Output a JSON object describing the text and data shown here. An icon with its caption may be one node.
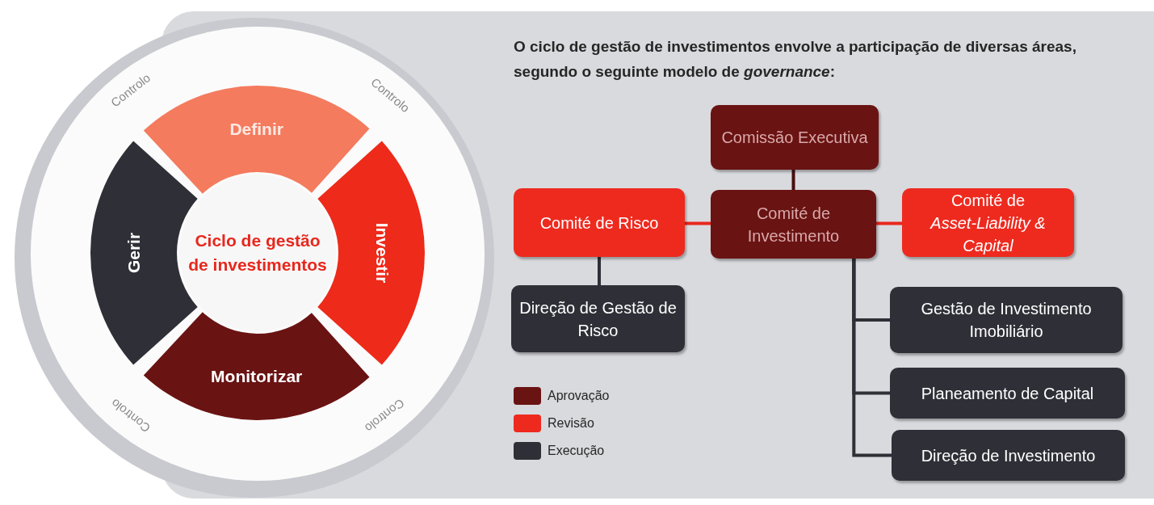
{
  "diagram": {
    "title": "O ciclo de gestão de investimentos envolve a participação de diversas áreas, segundo o seguinte modelo de *governance*:",
    "nodes": [
      {
        "text": [
          "Ciclo de gestão de investimentos"
        ]
      },
      {
        "text": [
          "Definir"
        ]
      },
      {
        "text": [
          "Investir"
        ]
      },
      {
        "text": [
          "Monitorizar"
        ]
      },
      {
        "text": [
          "Gerir"
        ]
      },
      {
        "text": [
          "Comissão Executiva"
        ]
      },
      {
        "text": [
          "Comité de Investimento"
        ]
      },
      {
        "text": [
          "Comité de Risco"
        ]
      },
      {
        "text": [
          "Comité de *Asset-Liability & Capital*"
        ]
      },
      {
        "text": [
          "Direção de Gestão de Risco"
        ]
      },
      {
        "text": [
          "Gestão de Investimento Imobiliário"
        ]
      },
      {
        "text": [
          "Planeamento de Capital"
        ]
      },
      {
        "text": [
          "Direção de Investimento"
        ]
      }
    ],
    "edges": [
      {
        "from": 5,
        "to": 6,
        "arrow": "none",
        "color": "#4a0e0e"
      },
      {
        "from": 7,
        "to": 6,
        "arrow": "none",
        "color": "#e8271d"
      },
      {
        "from": 6,
        "to": 8,
        "arrow": "none",
        "color": "#e8271d"
      },
      {
        "from": 7,
        "to": 9,
        "arrow": "none"
      },
      {
        "from": 6,
        "to": 10,
        "arrow": "none"
      },
      {
        "from": 6,
        "to": 11,
        "arrow": "none"
      },
      {
        "from": 6,
        "to": 12,
        "arrow": "none"
      }
    ],
    "labels": [
      "Controlo",
      "Controlo",
      "Controlo",
      "Controlo"
    ],
    "legend": [
      {
        "text": "Aprovação",
        "color": "#6a1313"
      },
      {
        "text": "Revisão",
        "color": "#ee2a1f"
      },
      {
        "text": "Execução",
        "color": "#2f2f37"
      }
    ]
  }
}
